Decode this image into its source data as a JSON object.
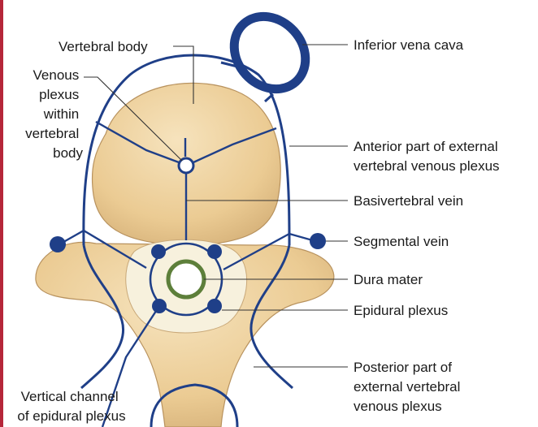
{
  "labels": {
    "vertebral_body": "Vertebral body",
    "venous_plexus_within": [
      "Venous",
      "plexus",
      "within",
      "vertebral",
      "body"
    ],
    "inferior_vena_cava": "Inferior vena cava",
    "anterior_external": [
      "Anterior part of external",
      "vertebral venous plexus"
    ],
    "basivertebral_vein": "Basivertebral vein",
    "segmental_vein": "Segmental vein",
    "dura_mater": "Dura mater",
    "epidural_plexus": "Epidural plexus",
    "posterior_external": [
      "Posterior part of",
      "external vertebral",
      "venous plexus"
    ],
    "vertical_channel": [
      "Vertical channel",
      "of epidural plexus"
    ]
  },
  "colors": {
    "bone": "#edcf9a",
    "bone_outline": "#b8925e",
    "canal": "#f7f1dd",
    "vein": "#1f3f88",
    "dura": "#5d7f3a",
    "frame": "#b5263a"
  }
}
